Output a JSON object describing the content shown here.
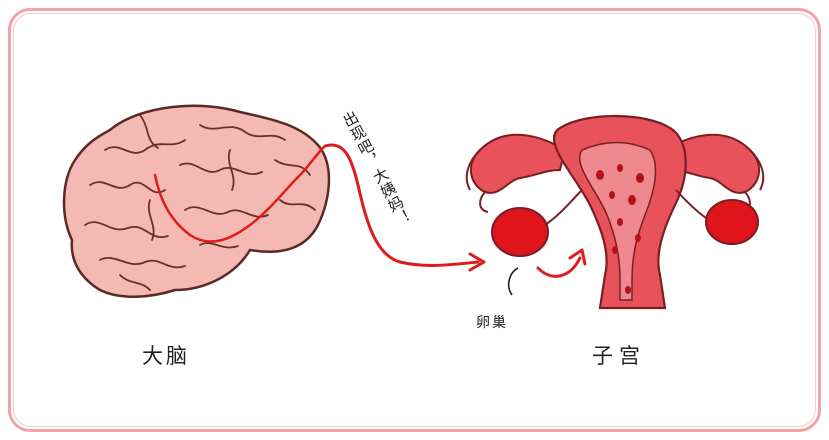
{
  "labels": {
    "brain": "大脑",
    "uterus": "子宫",
    "ovary": "卵巢",
    "message": "出现吧，大姨妈！"
  },
  "colors": {
    "frame": "#f2a3a8",
    "brain_fill": "#f4b9b2",
    "brain_line": "#5a2a24",
    "signal": "#e01b1b",
    "uterus_outer": "#e8525a",
    "uterus_inner": "#ee8a8f",
    "ovary": "#e0141b"
  }
}
